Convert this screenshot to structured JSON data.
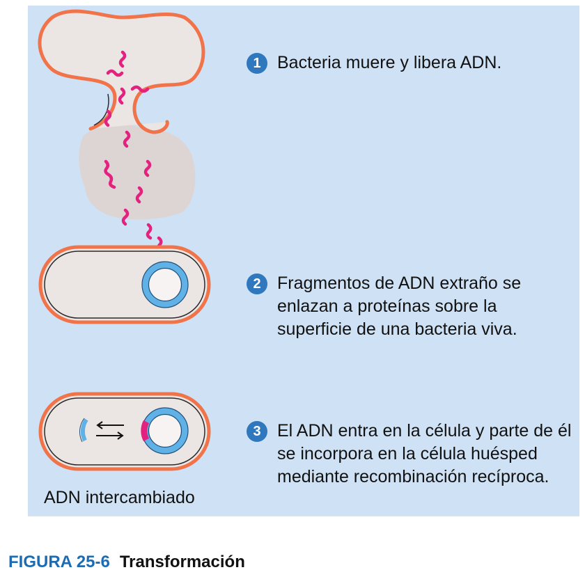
{
  "steps": [
    {
      "number": "1",
      "text": "Bacteria muere y libera ADN."
    },
    {
      "number": "2",
      "text": "Fragmentos de ADN extraño se enlazan a proteínas sobre la superficie de una bacteria viva."
    },
    {
      "number": "3",
      "text": "El ADN entra en la célula y parte de él se incorpora en la célula huésped mediante recombinación recíproca."
    }
  ],
  "exchanged_label": "ADN intercambiado",
  "caption": {
    "figure": "FIGURA 25-6",
    "title": "Transformación"
  },
  "colors": {
    "panel": "#cfe1f4",
    "membrane": "#f0734a",
    "cytoplasm": "#ebe5e3",
    "plasmid": "#5fb1e6",
    "dna": "#e5217f",
    "badge": "#2f78bd",
    "figure_label": "#1d6cb3"
  }
}
